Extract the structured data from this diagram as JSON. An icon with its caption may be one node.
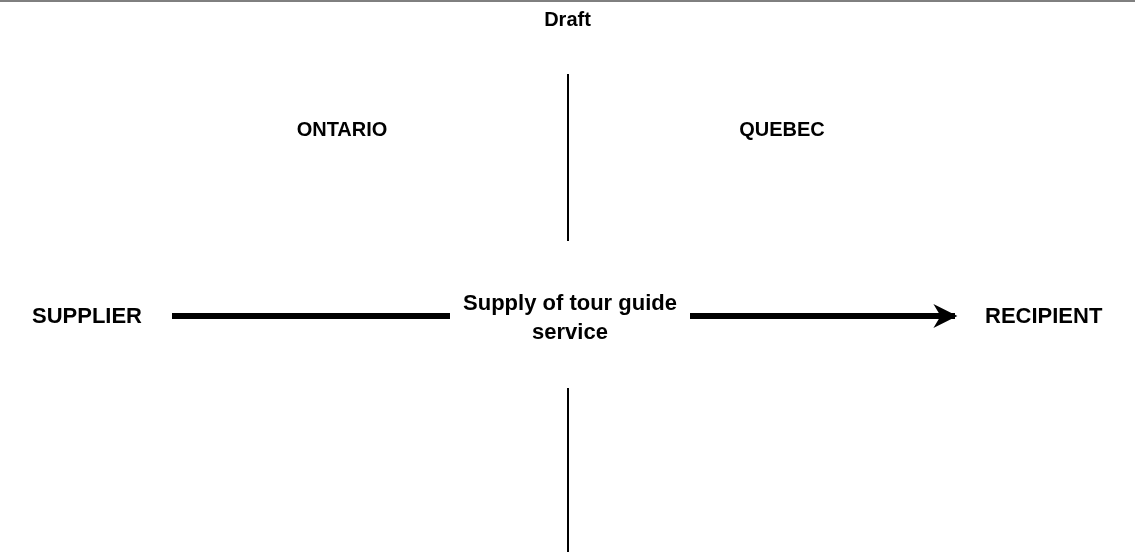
{
  "diagram": {
    "title": "Draft",
    "nodes": [
      {
        "text": [
          "SUPPLIER"
        ]
      },
      {
        "text": [
          "Supply of tour guide service"
        ]
      },
      {
        "text": [
          "RECIPIENT"
        ]
      }
    ],
    "edges": [
      {
        "from": 0,
        "to": 1,
        "arrow": "none"
      },
      {
        "from": 1,
        "to": 2,
        "arrow": "to"
      }
    ],
    "labels": [
      "ONTARIO",
      "QUEBEC"
    ]
  }
}
